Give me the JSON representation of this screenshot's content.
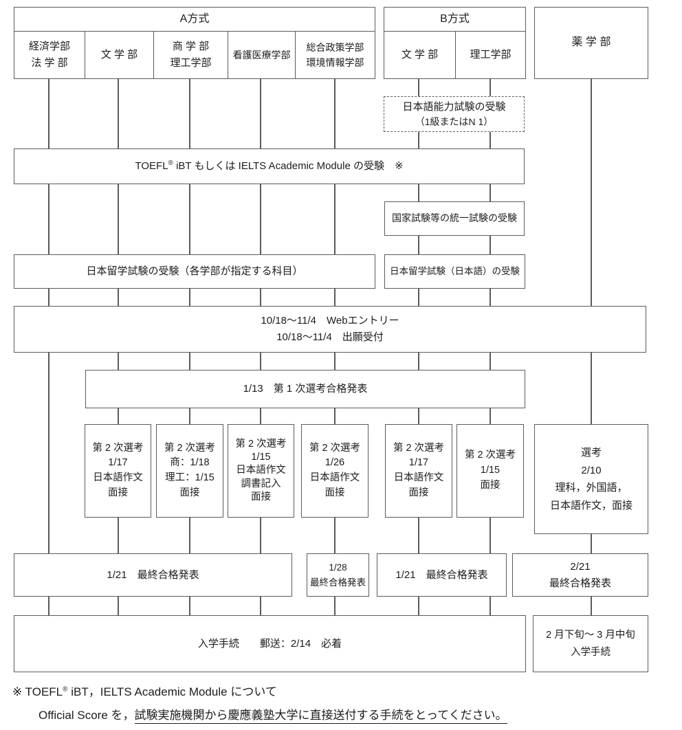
{
  "colors": {
    "background": "#ffffff",
    "line": "#5a5a5a",
    "text": "#1c1c1c"
  },
  "diagram": {
    "method_a": {
      "title": "A方式",
      "faculties": [
        {
          "lines": [
            "経済学部",
            "法 学 部"
          ]
        },
        {
          "lines": [
            "文 学 部"
          ]
        },
        {
          "lines": [
            "商 学 部",
            "理工学部"
          ]
        },
        {
          "lines": [
            "看護医療学部"
          ]
        },
        {
          "lines": [
            "総合政策学部",
            "環境情報学部"
          ]
        }
      ]
    },
    "method_b": {
      "title": "B方式",
      "faculties": [
        {
          "lines": [
            "文 学 部"
          ]
        },
        {
          "lines": [
            "理工学部"
          ]
        }
      ]
    },
    "pharmacy": {
      "title": "薬 学 部"
    },
    "jlpt_box": {
      "lines": [
        "日本語能力試験の受験",
        "（1級またはN 1）"
      ]
    },
    "toefl_box": {
      "pre": "TOEFL",
      "sup": "®",
      "post": " iBT もしくは IELTS Academic Module の受験　※"
    },
    "national_exam_box": {
      "text": "国家試験等の統一試験の受験"
    },
    "eju_a_box": {
      "text": "日本留学試験の受験（各学部が指定する科目）"
    },
    "eju_b_box": {
      "text": "日本留学試験（日本語）の受験"
    },
    "web_entry_box": {
      "lines": [
        "10/18～11/4　Webエントリー",
        "10/18～11/4　出願受付"
      ]
    },
    "first_screening_box": {
      "text": "1/13　第 1 次選考合格発表"
    },
    "second_screenings": [
      {
        "lines": [
          "第 2 次選考",
          "1/17",
          "日本語作文",
          "面接"
        ]
      },
      {
        "lines": [
          "第 2 次選考",
          "商：1/18",
          "理工：1/15",
          "面接"
        ]
      },
      {
        "lines": [
          "第 2 次選考",
          "1/15",
          "日本語作文",
          "調書記入",
          "面接"
        ]
      },
      {
        "lines": [
          "第 2 次選考",
          "1/26",
          "日本語作文",
          "面接"
        ]
      },
      {
        "lines": [
          "第 2 次選考",
          "1/17",
          "日本語作文",
          "面接"
        ]
      },
      {
        "lines": [
          "第 2 次選考",
          "1/15",
          "面接"
        ]
      }
    ],
    "pharmacy_screening": {
      "lines": [
        "選考",
        "2/10",
        "理科，外国語，",
        "日本語作文，面接"
      ]
    },
    "final_results": [
      {
        "text": "1/21　最終合格発表"
      },
      {
        "lines": [
          "1/28",
          "最終合格発表"
        ]
      },
      {
        "text": "1/21　最終合格発表"
      },
      {
        "lines": [
          "2/21",
          "最終合格発表"
        ]
      }
    ],
    "enrollment_box": {
      "text": "入学手続　　郵送：2/14　必着"
    },
    "pharmacy_enrollment_box": {
      "lines": [
        "2 月下旬～ 3 月中旬",
        "入学手続"
      ]
    },
    "footnote": {
      "line1_pre": "※ TOEFL",
      "line1_sup": "®",
      "line1_post": " iBT，IELTS Academic Module について",
      "line2_pre": "Official Score を，",
      "line2_underlined": "試験実施機関から慶應義塾大学に直接送付する手続をとってください。"
    }
  }
}
